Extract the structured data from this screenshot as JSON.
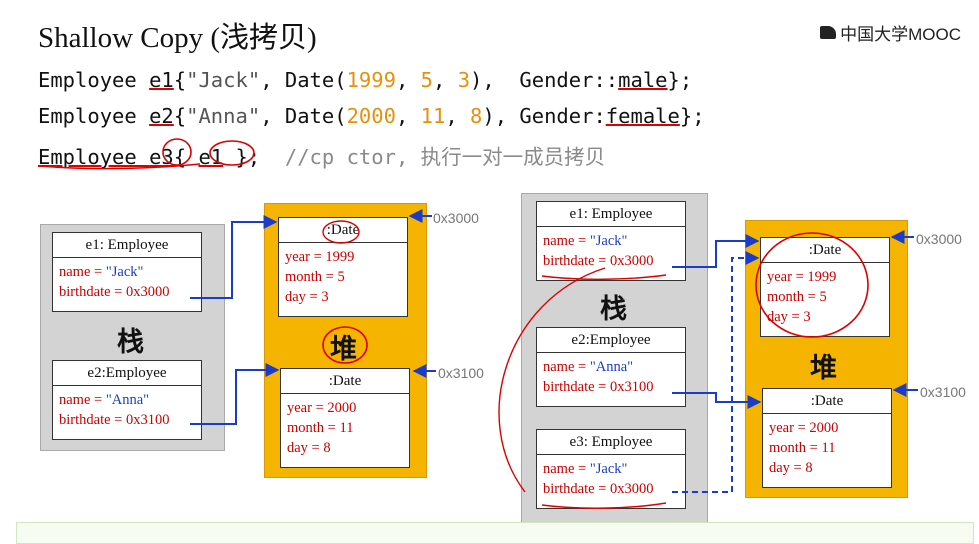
{
  "title": "Shallow Copy (浅拷贝)",
  "logo": "中国大学MOOC",
  "code": {
    "line1": {
      "kw": "Employee ",
      "var": "e1",
      "p1": "{",
      "s1": "\"Jack\"",
      "p2": ", Date(",
      "n1": "1999",
      "c1": ", ",
      "n2": "5",
      "c2": ", ",
      "n3": "3",
      "p3": "),  Gender::",
      "g": "male",
      "p4": "};"
    },
    "line2": {
      "kw": "Employee ",
      "var": "e2",
      "p1": "{",
      "s1": "\"Anna\"",
      "p2": ", Date(",
      "n1": "2000",
      "c1": ", ",
      "n2": "11",
      "c2": ", ",
      "n3": "8",
      "p3": "), Gender:",
      "g": "female",
      "p4": "};"
    },
    "line3": {
      "kw": "Employee ",
      "var": "e3",
      "p1": "{ ",
      "arg": "e1",
      "p2": " };  ",
      "comment": "//cp ctor, 执行一对一成员拷贝"
    }
  },
  "left": {
    "stack_label": "栈",
    "heap_label": "堆",
    "addr1": "0x3000",
    "addr2": "0x3100",
    "e1": {
      "header": "e1: Employee",
      "name_key": "name = ",
      "name_val": "\"Jack\"",
      "bd": "birthdate = 0x3000"
    },
    "e2": {
      "header": "e2:Employee",
      "name_key": "name = ",
      "name_val": "\"Anna\"",
      "bd": "birthdate = 0x3100"
    },
    "d1": {
      "header": ":Date",
      "year": "year = 1999",
      "month": "month = 5",
      "day": "day = 3"
    },
    "d2": {
      "header": ":Date",
      "year": "year = 2000",
      "month": "month = 11",
      "day": "day = 8"
    }
  },
  "right": {
    "stack_label": "栈",
    "heap_label": "堆",
    "addr1": "0x3000",
    "addr2": "0x3100",
    "e1": {
      "header": "e1: Employee",
      "name_key": "name = ",
      "name_val": "\"Jack\"",
      "bd": "birthdate = 0x3000"
    },
    "e2": {
      "header": "e2:Employee",
      "name_key": "name = ",
      "name_val": "\"Anna\"",
      "bd": "birthdate = 0x3100"
    },
    "e3": {
      "header": "e3: Employee",
      "name_key": "name = ",
      "name_val": "\"Jack\"",
      "bd": "birthdate = 0x3000"
    },
    "d1": {
      "header": ":Date",
      "year": "year = 1999",
      "month": "month = 5",
      "day": "day = 3"
    },
    "d2": {
      "header": ":Date",
      "year": "year = 2000",
      "month": "month = 11",
      "day": "day = 8"
    }
  }
}
